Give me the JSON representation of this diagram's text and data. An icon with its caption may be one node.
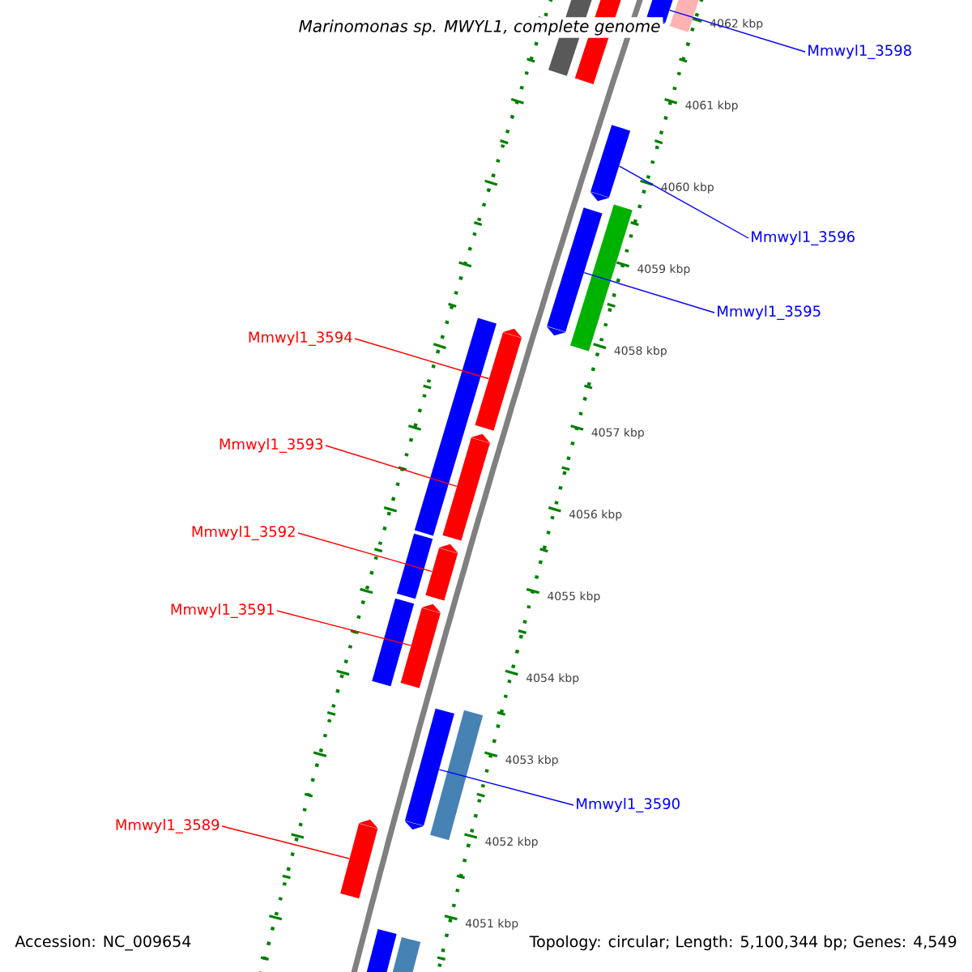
{
  "diagram": {
    "title": "Marinomonas sp. MWYL1, complete genome",
    "nodes": [
      {
        "text": [
          "Mmwyl1_3598"
        ]
      },
      {
        "text": [
          "Mmwyl1_3596"
        ]
      },
      {
        "text": [
          "Mmwyl1_3595"
        ]
      },
      {
        "text": [
          "Mmwyl1_3594"
        ]
      },
      {
        "text": [
          "Mmwyl1_3593"
        ]
      },
      {
        "text": [
          "Mmwyl1_3592"
        ]
      },
      {
        "text": [
          "Mmwyl1_3591"
        ]
      },
      {
        "text": [
          "Mmwyl1_3590"
        ]
      },
      {
        "text": [
          "Mmwyl1_3589"
        ]
      },
      {
        "text": [],
        "shape": "bar"
      },
      {
        "text": [],
        "shape": "arrow"
      },
      {
        "text": [],
        "shape": "arrow"
      },
      {
        "text": [],
        "shape": "bar"
      },
      {
        "text": [],
        "shape": "arrow"
      },
      {
        "text": [],
        "shape": "arrow"
      },
      {
        "text": [],
        "shape": "bar"
      },
      {
        "text": [],
        "shape": "bar"
      },
      {
        "text": [],
        "shape": "arrow"
      },
      {
        "text": [],
        "shape": "arrow"
      },
      {
        "text": [],
        "shape": "bar"
      },
      {
        "text": [],
        "shape": "arrow"
      },
      {
        "text": [],
        "shape": "bar"
      },
      {
        "text": [],
        "shape": "arrow"
      },
      {
        "text": [],
        "shape": "arrow"
      },
      {
        "text": [],
        "shape": "bar"
      },
      {
        "text": [],
        "shape": "arrow"
      },
      {
        "text": [],
        "shape": "bar"
      },
      {
        "text": [],
        "shape": "bar"
      }
    ],
    "edges": [
      {
        "from": 0,
        "to": 11,
        "arrow": "none",
        "color": "#0000ff"
      },
      {
        "from": 1,
        "to": 13,
        "arrow": "none",
        "color": "#0000ff"
      },
      {
        "from": 2,
        "to": 14,
        "arrow": "none",
        "color": "#0000ff"
      },
      {
        "from": 3,
        "to": 17,
        "arrow": "none"
      },
      {
        "from": 4,
        "to": 18,
        "arrow": "none"
      },
      {
        "from": 5,
        "to": 20,
        "arrow": "none"
      },
      {
        "from": 6,
        "to": 22,
        "arrow": "none"
      },
      {
        "from": 7,
        "to": 23,
        "arrow": "none",
        "color": "#0000ff"
      },
      {
        "from": 8,
        "to": 25,
        "arrow": "none"
      }
    ],
    "labels": [
      "4062 kbp",
      "4061 kbp",
      "4060 kbp",
      "4059 kbp",
      "4058 kbp",
      "4057 kbp",
      "4056 kbp",
      "4055 kbp",
      "4054 kbp",
      "4053 kbp",
      "4052 kbp",
      "4051 kbp",
      "Accession: NC_009654",
      "Topology: circular; Length: 5,100,344 bp; Genes: 4,549"
    ]
  }
}
